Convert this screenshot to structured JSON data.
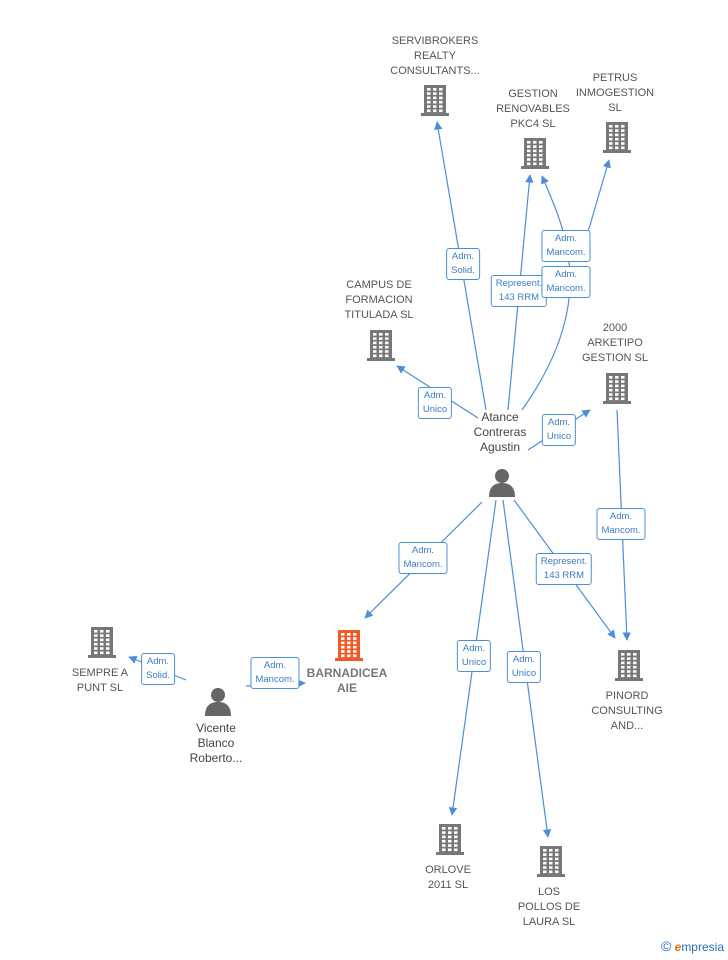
{
  "nodes": {
    "servibrokers": {
      "label": "SERVIBROKERS\nREALTY\nCONSULTANTS...",
      "type": "company"
    },
    "gestion_renovables": {
      "label": "GESTION\nRENOVABLES\nPKC4  SL",
      "type": "company"
    },
    "petrus": {
      "label": "PETRUS\nINMOGESTION\nSL",
      "type": "company"
    },
    "campus": {
      "label": "CAMPUS DE\nFORMACION\nTITULADA  SL",
      "type": "company"
    },
    "arketipo": {
      "label": "2000\nARKETIPO\nGESTION  SL",
      "type": "company"
    },
    "atance": {
      "label": "Atance\nContreras\nAgustin",
      "type": "person"
    },
    "sempre": {
      "label": "SEMPRE A\nPUNT SL",
      "type": "company"
    },
    "barnadicea": {
      "label": "BARNADICEA\nAIE",
      "type": "main"
    },
    "pinord": {
      "label": "PINORD\nCONSULTING\nAND...",
      "type": "company"
    },
    "vicente": {
      "label": "Vicente\nBlanco\nRoberto...",
      "type": "person"
    },
    "orlove": {
      "label": "ORLOVE\n2011 SL",
      "type": "company"
    },
    "pollos": {
      "label": "LOS\nPOLLOS DE\nLAURA  SL",
      "type": "company"
    }
  },
  "edges": {
    "e1": "Adm.\nSolid.",
    "e2": "Represent.\n143 RRM",
    "e3": "Adm.\nMancom.",
    "e4": "Adm.\nMancom.",
    "e5": "Adm.\nUnico",
    "e6": "Adm.\nUnico",
    "e7": "Adm.\nMancom.",
    "e8": "Adm.\nMancom.",
    "e9": "Represent.\n143 RRM",
    "e10": "Adm.\nUnico",
    "e11": "Adm.\nUnico",
    "e12": "Adm.\nSolid.",
    "e13": "Adm.\nMancom."
  },
  "colors": {
    "edge": "#4a8fd8",
    "company_icon": "#777777",
    "main_icon": "#f05a28",
    "person_icon": "#666666"
  },
  "brand": {
    "copyright": "©",
    "logo_initial": "e",
    "logo_rest": "mpresia"
  }
}
